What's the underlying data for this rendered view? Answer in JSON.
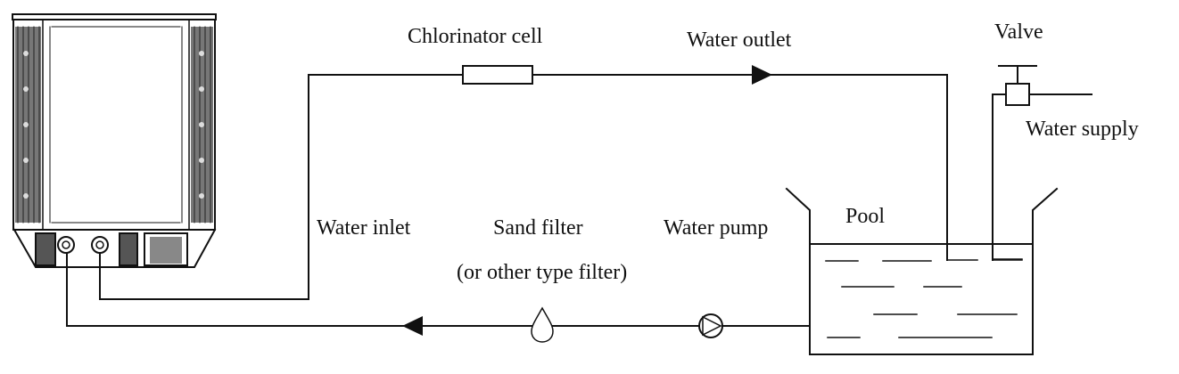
{
  "labels": {
    "chlorinator": "Chlorinator cell",
    "water_outlet": "Water outlet",
    "valve": "Valve",
    "water_supply": "Water supply",
    "pool": "Pool",
    "water_inlet": "Water inlet",
    "sand_filter": "Sand filter",
    "other_filter": "(or other type filter)",
    "water_pump": "Water pump"
  },
  "colors": {
    "line": "#111111",
    "background": "#ffffff"
  },
  "icons": [
    "heat-pump-unit",
    "chlorinator-cell",
    "flow-arrow",
    "valve",
    "pool-tank",
    "sand-filter",
    "water-pump"
  ]
}
